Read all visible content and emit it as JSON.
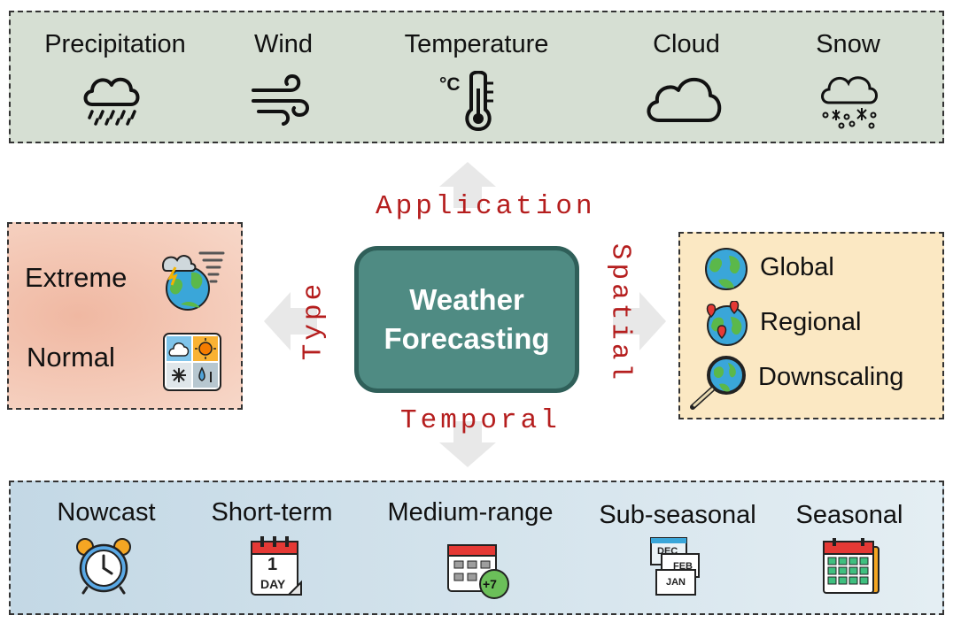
{
  "center": {
    "line1": "Weather",
    "line2": "Forecasting"
  },
  "axes": {
    "application": "Application",
    "type": "Type",
    "spatial": "Spatial",
    "temporal": "Temporal"
  },
  "application_items": [
    "Precipitation",
    "Wind",
    "Temperature",
    "Cloud",
    "Snow"
  ],
  "temperature_icon_text": "°C",
  "type_items": [
    "Extreme",
    "Normal"
  ],
  "spatial_items": [
    "Global",
    "Regional",
    "Downscaling"
  ],
  "temporal_items": [
    "Nowcast",
    "Short-term",
    "Medium-range",
    "Sub-seasonal",
    "Seasonal"
  ],
  "calendar_texts": {
    "day_number": "1",
    "day_word": "DAY",
    "plus": "+7",
    "months": [
      "DEC",
      "FEB",
      "JAN"
    ]
  },
  "colors": {
    "axis_label": "#b51e1e",
    "center_fill": "#4f8b83",
    "center_border": "#2f5f59",
    "top_panel": "#d6dfd3",
    "left_panel": "#f3c4b0",
    "right_panel": "#fbe8c3",
    "bottom_panel": "#d3e3ec"
  }
}
